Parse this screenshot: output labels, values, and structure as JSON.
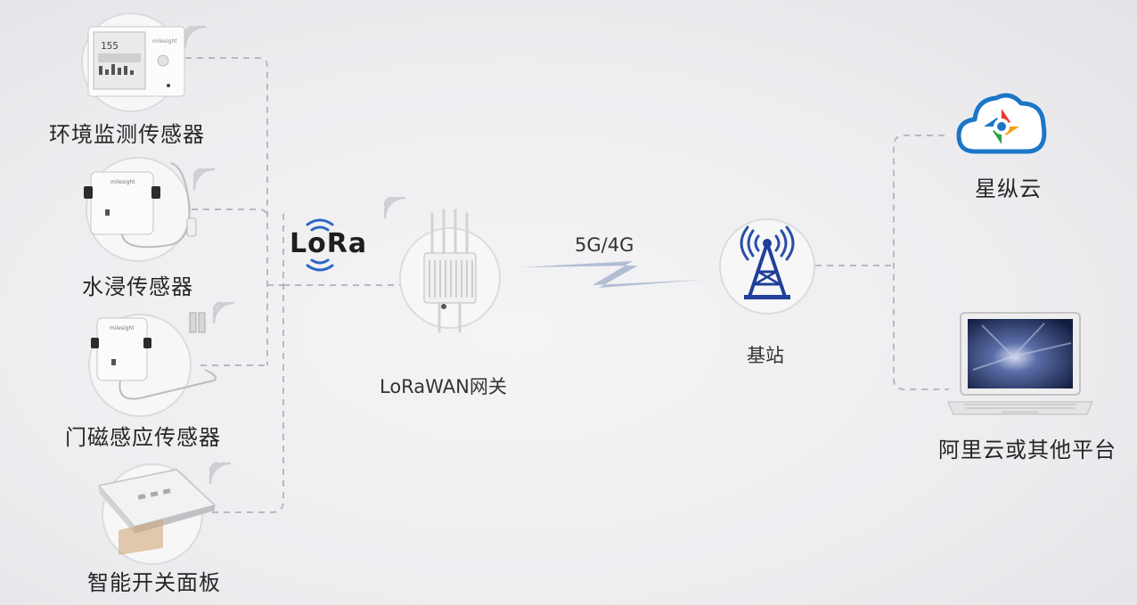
{
  "sensors": [
    {
      "label": "环境监测传感器",
      "icon": "environment-monitor-sensor-icon"
    },
    {
      "label": "水浸传感器",
      "icon": "water-leak-sensor-icon"
    },
    {
      "label": "门磁感应传感器",
      "icon": "door-magnetic-sensor-icon"
    },
    {
      "label": "智能开关面板",
      "icon": "smart-switch-panel-icon"
    }
  ],
  "protocol": {
    "logo_text": "LoRa"
  },
  "gateway": {
    "label": "LoRaWAN网关",
    "icon": "lorawan-gateway-icon"
  },
  "link": {
    "label": "5G/4G"
  },
  "base_station": {
    "label": "基站",
    "icon": "cell-tower-icon"
  },
  "clouds": [
    {
      "label": "星纵云",
      "icon": "cloud-logo-icon"
    },
    {
      "label": "阿里云或其他平台",
      "icon": "laptop-icon"
    }
  ],
  "colors": {
    "connector": "#b9b9bf",
    "signal": "#cfcfd4",
    "tower_blue": "#1f3f99",
    "lightning": "#a9b8cf",
    "cloud_blue": "#1b76c8"
  }
}
